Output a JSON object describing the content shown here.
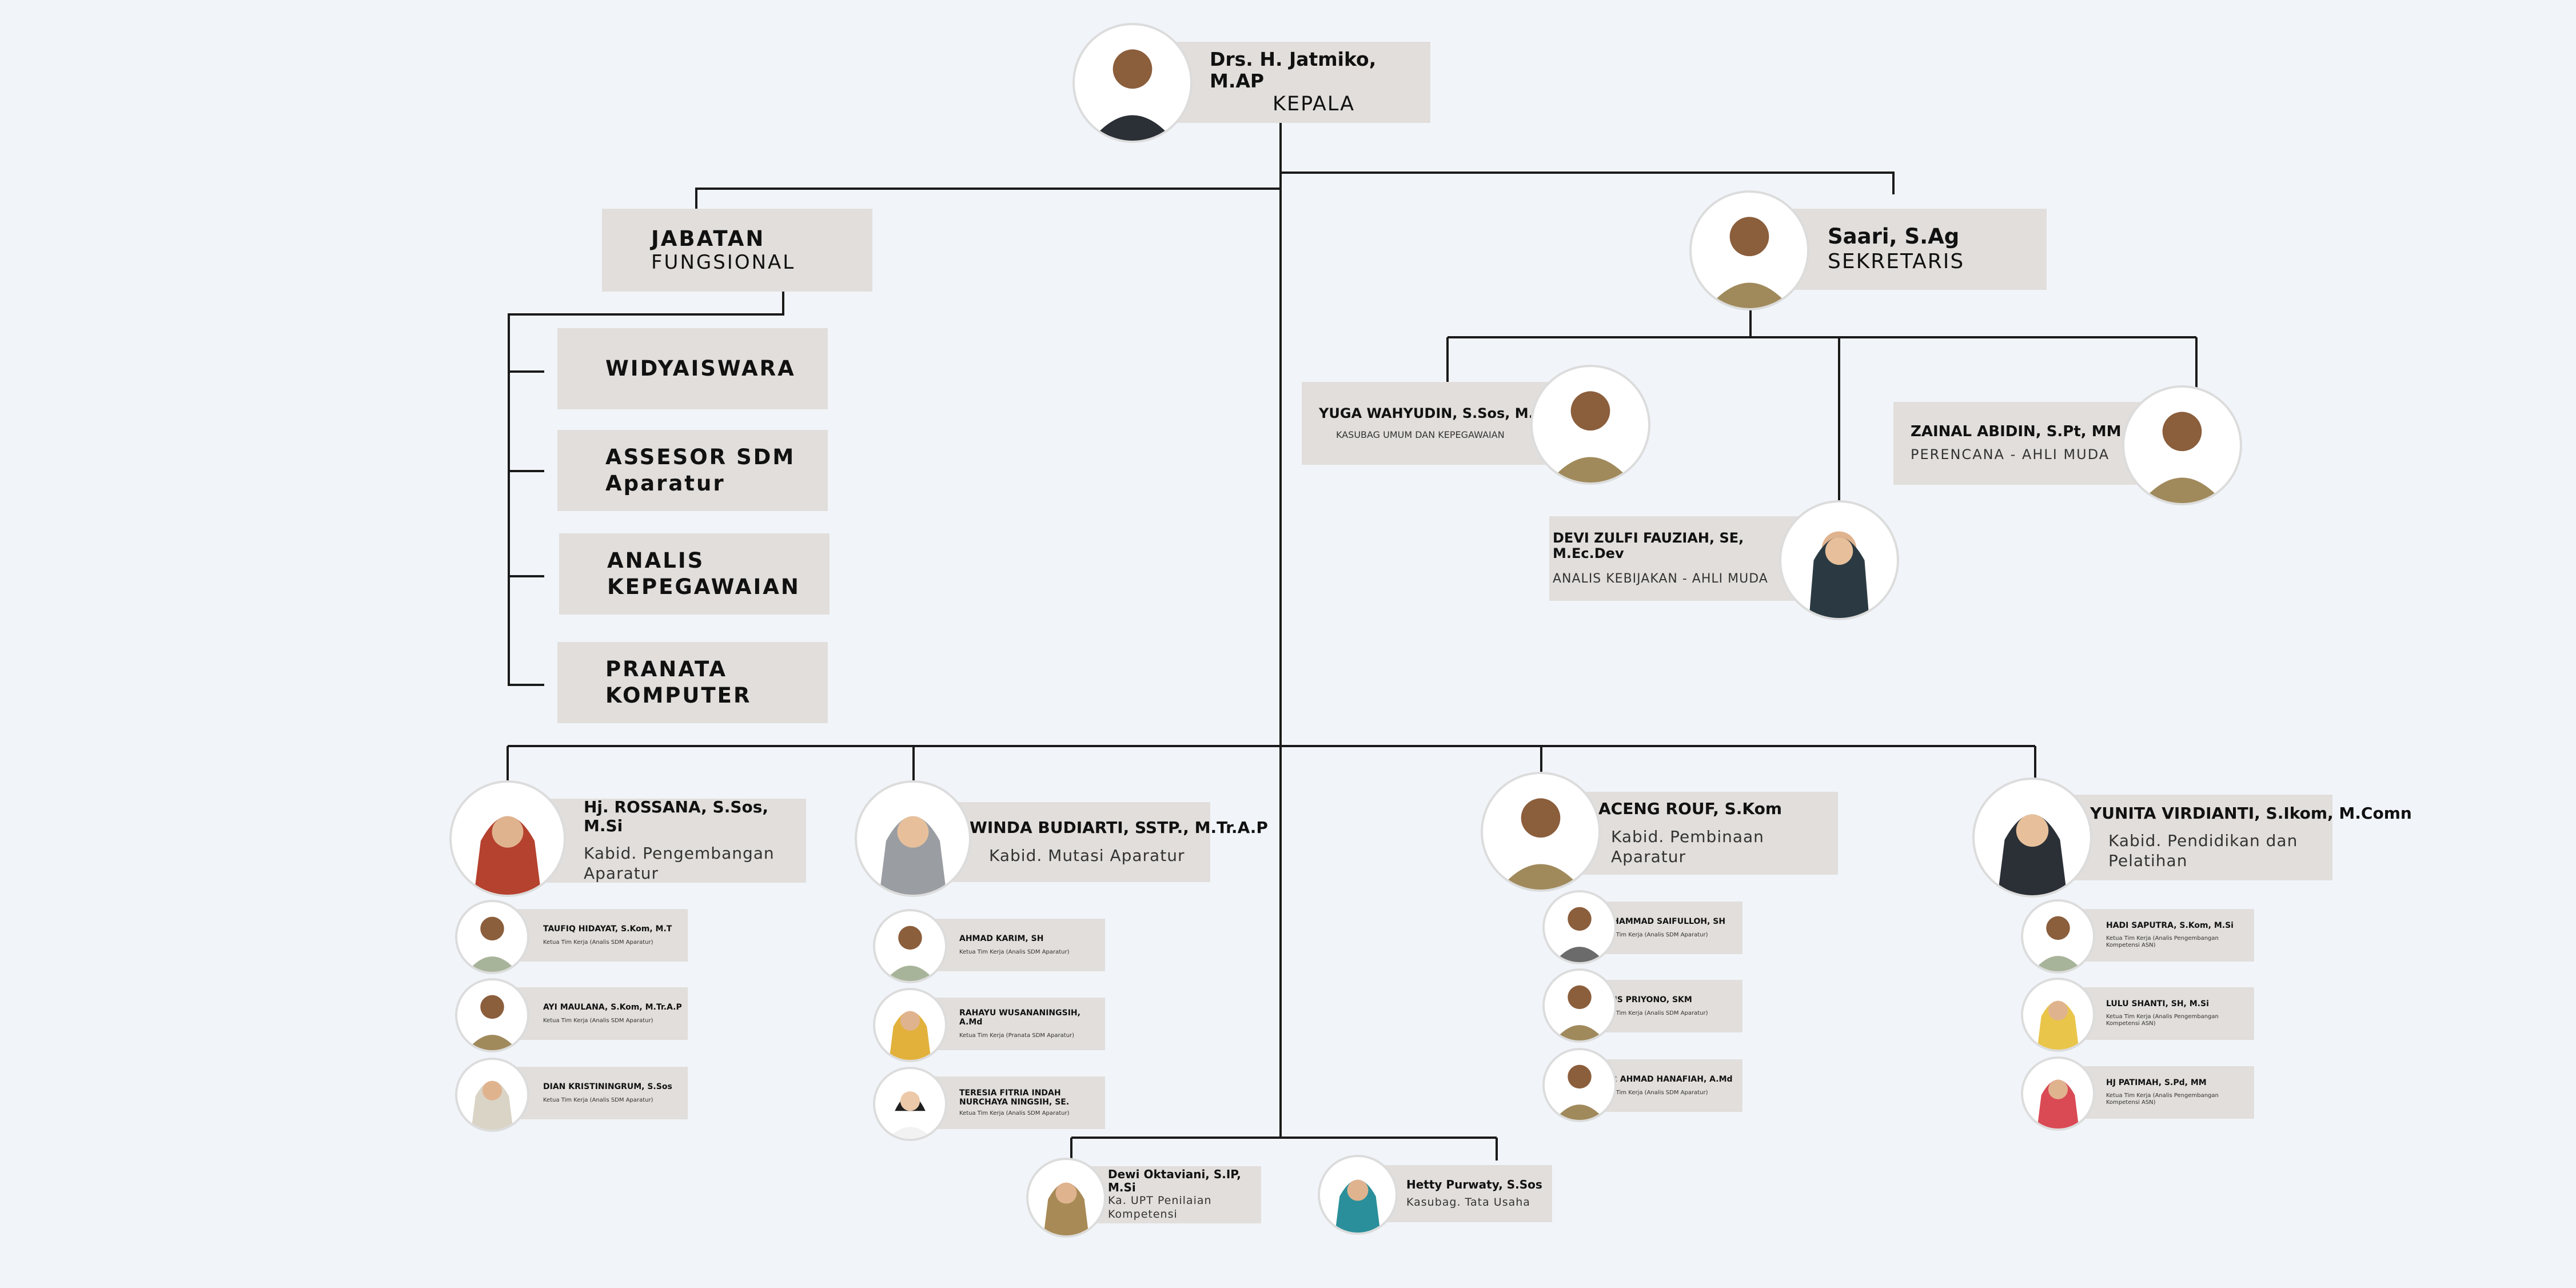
{
  "head": {
    "name": "Drs. H. Jatmiko, M.AP",
    "role": "KEPALA"
  },
  "secretary": {
    "name": "Saari, S.Ag",
    "role": "SEKRETARIS"
  },
  "functional": {
    "title_line1": "JABATAN",
    "title_line2": "FUNGSIONAL",
    "items": [
      {
        "line1": "WIDYAISWARA",
        "line2": ""
      },
      {
        "line1": "ASSESOR SDM",
        "line2": "Aparatur"
      },
      {
        "line1": "ANALIS",
        "line2": "KEPEGAWAIAN"
      },
      {
        "line1": "PRANATA",
        "line2": "KOMPUTER"
      }
    ]
  },
  "secretariat_staff": [
    {
      "name": "YUGA WAHYUDIN, S.Sos, M.Si",
      "role": "KASUBAG UMUM DAN KEPEGAWAIAN"
    },
    {
      "name": "DEVI ZULFI FAUZIAH, SE, M.Ec.Dev",
      "role": "ANALIS KEBIJAKAN - AHLI MUDA"
    },
    {
      "name": "ZAINAL ABIDIN, S.Pt, MM",
      "role": "PERENCANA - AHLI MUDA"
    }
  ],
  "divisions": [
    {
      "name": "Hj. ROSSANA, S.Sos, M.Si",
      "role": "Kabid. Pengembangan Aparatur",
      "staff": [
        {
          "name": "TAUFIQ HIDAYAT, S.Kom, M.T",
          "role": "Ketua Tim Kerja (Analis SDM Aparatur)"
        },
        {
          "name": "AYI MAULANA, S.Kom, M.Tr.A.P",
          "role": "Ketua Tim Kerja (Analis SDM Aparatur)"
        },
        {
          "name": "DIAN KRISTININGRUM, S.Sos",
          "role": "Ketua Tim Kerja (Analis SDM Aparatur)"
        }
      ]
    },
    {
      "name": "WINDA BUDIARTI, SSTP., M.Tr.A.P",
      "role": "Kabid. Mutasi Aparatur",
      "staff": [
        {
          "name": "AHMAD KARIM, SH",
          "role": "Ketua Tim Kerja (Analis SDM Aparatur)"
        },
        {
          "name": "RAHAYU WUSANANINGSIH, A.Md",
          "role": "Ketua Tim Kerja (Pranata SDM Aparatur)"
        },
        {
          "name": "TERESIA FITRIA INDAH NURCHAYA NINGSIH, SE.",
          "role": "Ketua Tim Kerja (Analis SDM Aparatur)"
        }
      ]
    },
    {
      "name": "ACENG ROUF, S.Kom",
      "role": "Kabid. Pembinaan Aparatur",
      "staff": [
        {
          "name": "MUHAMMAD SAIFULLOH, SH",
          "role": "Ketua Tim Kerja (Analis SDM Aparatur)"
        },
        {
          "name": "AGUS PRIYONO, SKM",
          "role": "Ketua Tim Kerja (Analis SDM Aparatur)"
        },
        {
          "name": "NUR AHMAD HANAFIAH, A.Md",
          "role": "Ketua Tim Kerja (Analis SDM Aparatur)"
        }
      ]
    },
    {
      "name": "YUNITA VIRDIANTI, S.Ikom, M.Comn",
      "role": "Kabid. Pendidikan dan Pelatihan",
      "staff": [
        {
          "name": "HADI SAPUTRA, S.Kom, M.Si",
          "role": "Ketua Tim Kerja (Analis Pengembangan Kompetensi ASN)"
        },
        {
          "name": "LULU SHANTI, SH, M.Si",
          "role": "Ketua Tim Kerja (Analis Pengembangan Kompetensi ASN)"
        },
        {
          "name": "HJ PATIMAH, S.Pd, MM",
          "role": "Ketua Tim Kerja (Analis Pengembangan Kompetensi ASN)"
        }
      ]
    }
  ],
  "bottom": [
    {
      "name": "Dewi Oktaviani, S.IP, M.Si",
      "role": "Ka. UPT Penilaian Kompetensi"
    },
    {
      "name": "Hetty Purwaty, S.Sos",
      "role": "Kasubag. Tata Usaha"
    }
  ]
}
